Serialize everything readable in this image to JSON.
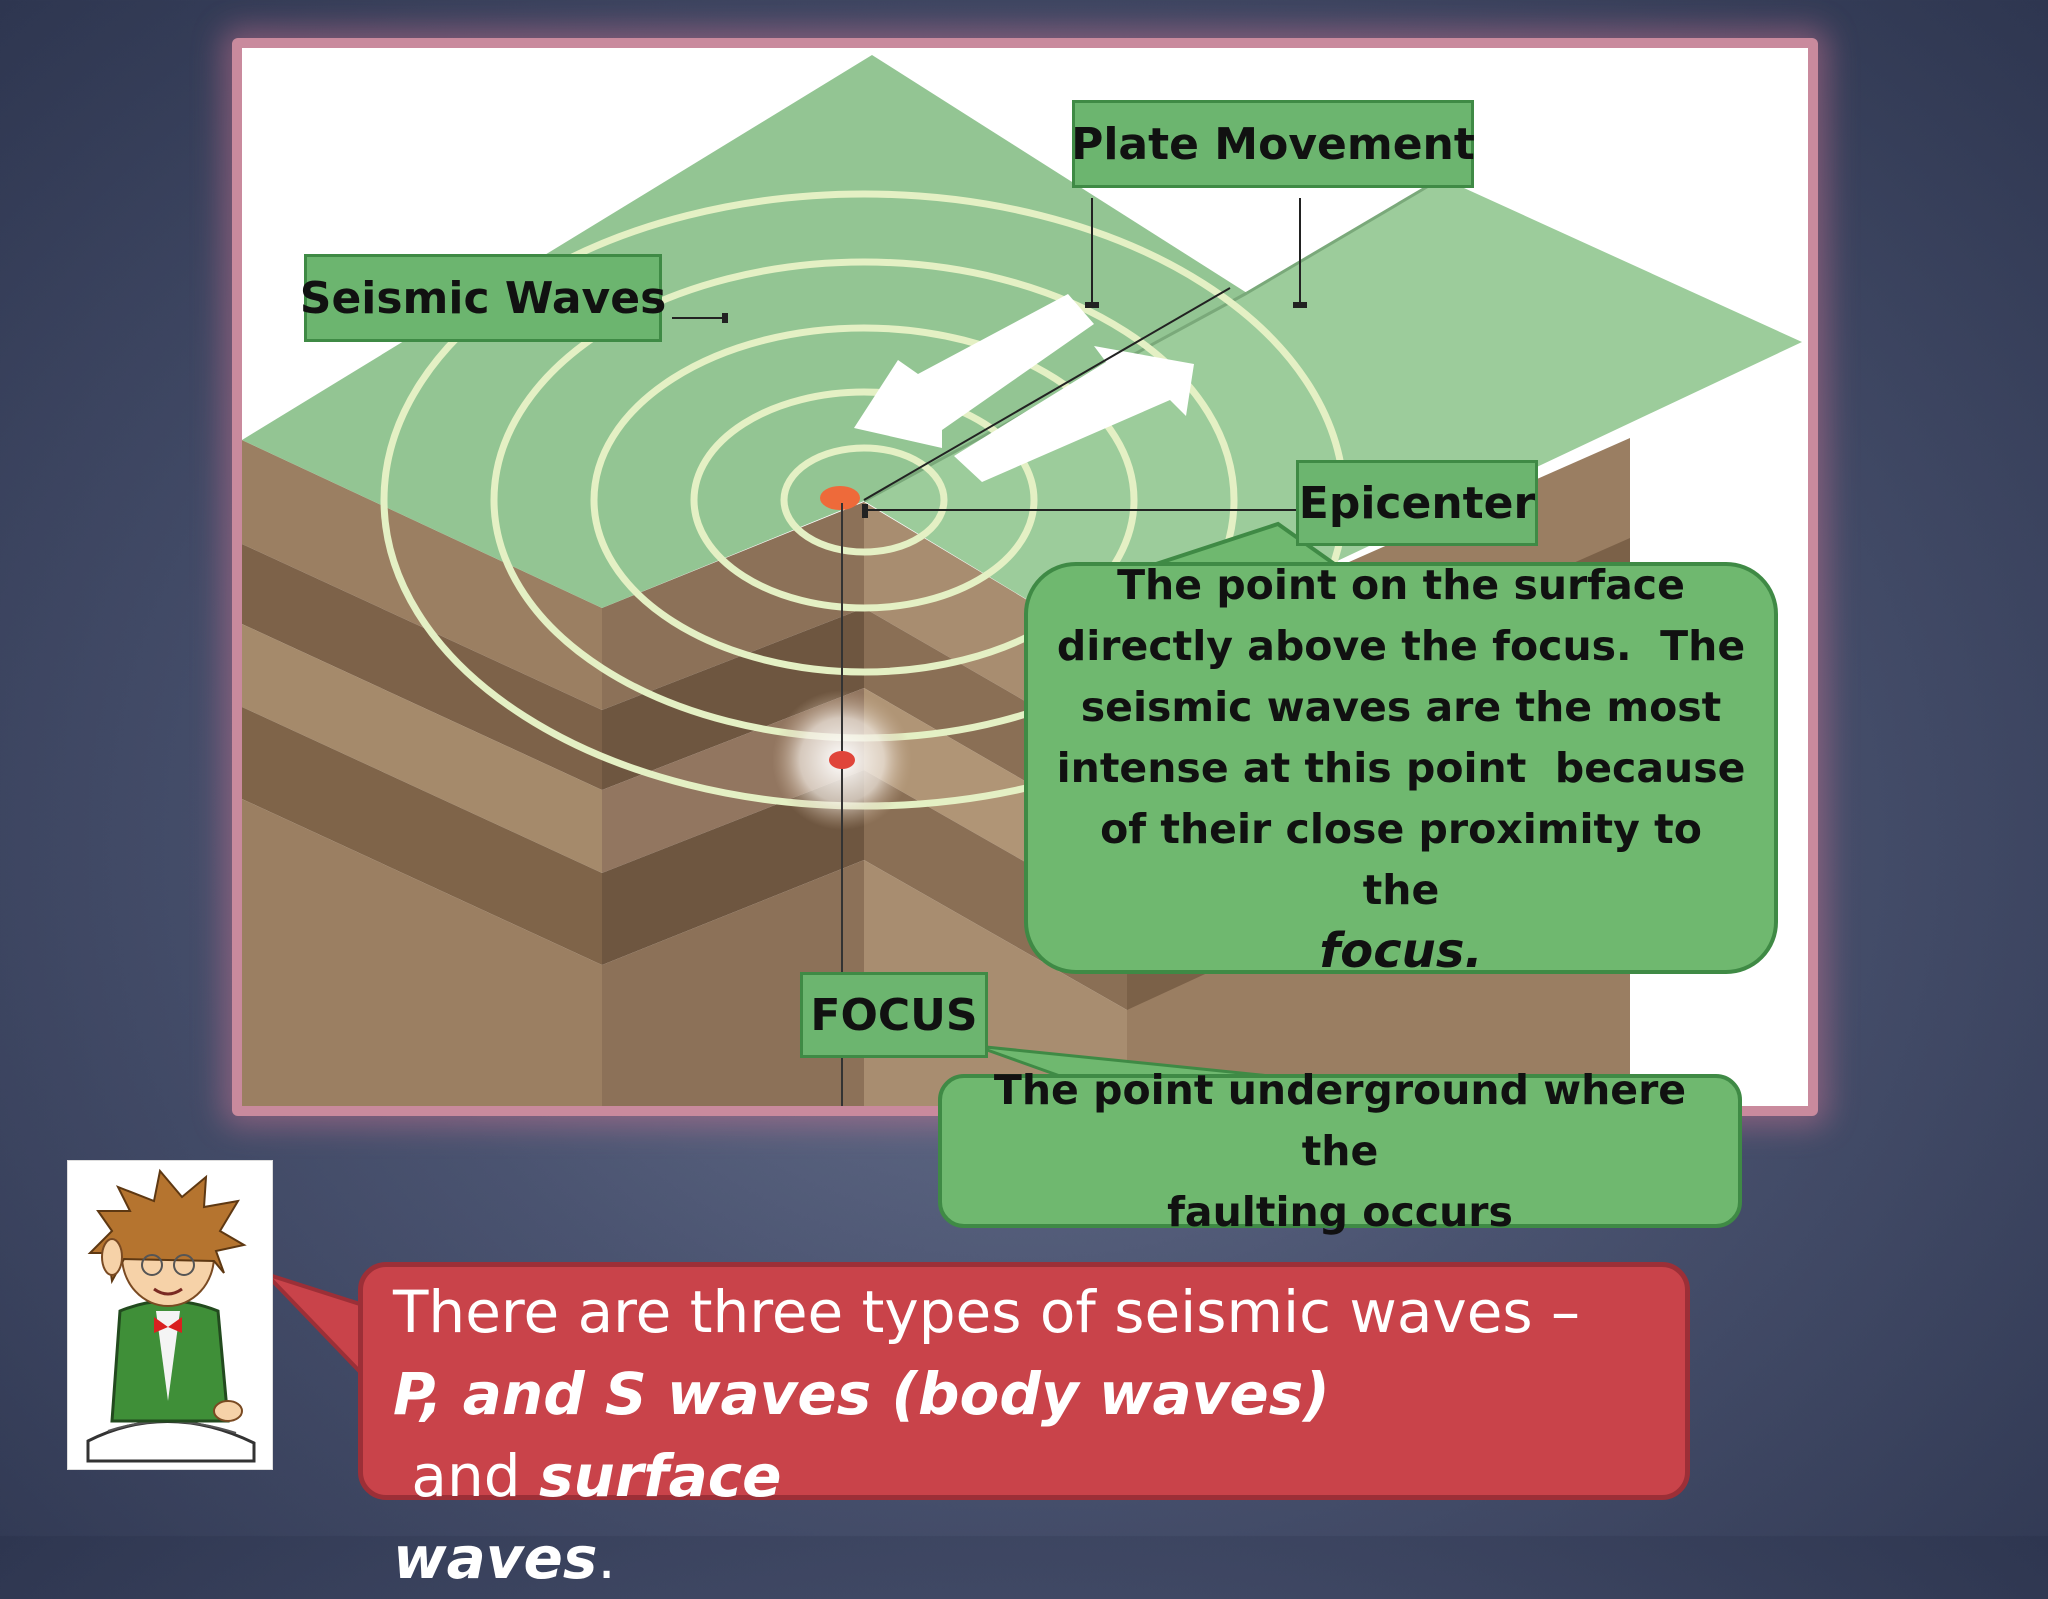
{
  "labels": {
    "seismic_waves": "Seismic Waves",
    "plate_movement": "Plate Movement",
    "epicenter": "Epicenter",
    "focus": "FOCUS"
  },
  "epicenter_callout": {
    "lines": [
      "The point on the surface",
      "directly above the focus.  The",
      "seismic waves are the most",
      "intense at this point  because",
      "of their close proximity to the"
    ],
    "emphasis": "focus."
  },
  "focus_callout": {
    "lines": [
      "The point underground where the",
      "faulting occurs"
    ]
  },
  "speech": {
    "line1": "There are three types of seismic waves –",
    "bold_waves": "P, and S waves (body waves)",
    "and": " and ",
    "bold_surface": "surface",
    "bold_waves2": "waves",
    "period": "."
  },
  "colors": {
    "ground_green": "#93c593",
    "label_green": "#6cb56f",
    "speech_red": "#c9434a",
    "epicenter_dot": "#ee6a3a"
  }
}
